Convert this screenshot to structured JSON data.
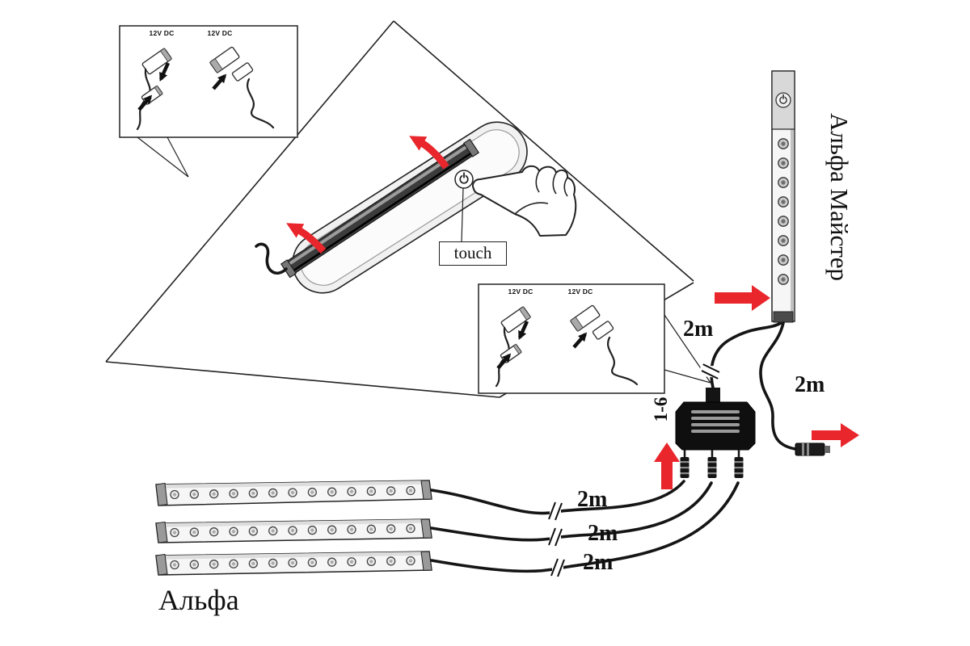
{
  "diagram": {
    "type": "led-lighting-wiring-installation-diagram",
    "touch_label": "touch",
    "hub_ports_label": "1-6",
    "inset1": {
      "left_voltage": "12V DC",
      "right_voltage": "12V DC"
    },
    "inset2": {
      "left_voltage": "12V DC",
      "right_voltage": "12V DC"
    },
    "master_bar": {
      "label": "Альфа Майстер",
      "led_count": 8,
      "feed_cable_length": "2m",
      "tail_cable_length": "2m"
    },
    "alpha_bars": {
      "label": "Альфа",
      "count": 3,
      "led_count": 13,
      "cable_lengths": [
        "2m",
        "2m",
        "2m"
      ]
    },
    "colors": {
      "arrow_red": "#e8262c",
      "line": "#111111"
    }
  }
}
